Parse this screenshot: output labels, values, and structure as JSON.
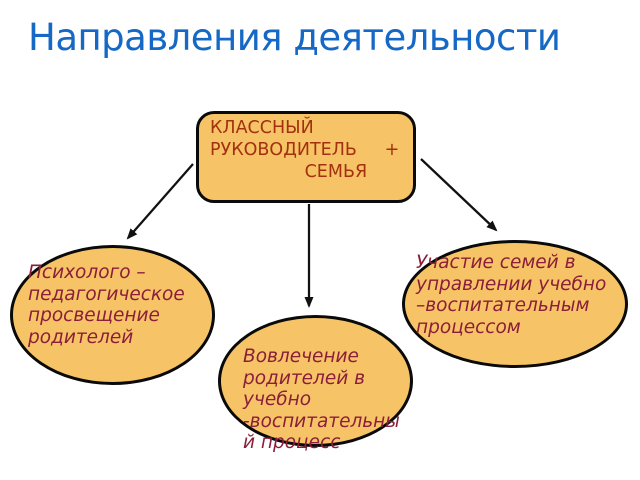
{
  "slide": {
    "title": "Направления деятельности",
    "box": {
      "text": "КЛАССНЫЙ\nРУКОВОДИТЕЛЬ     +\n                 СЕМЬЯ"
    },
    "ellipses": {
      "left": {
        "text": "Психолого –\nпедагогическое\nпросвещение\nродителей"
      },
      "middle": {
        "text": "Вовлечение\nродителей в\nучебно\n-воспитательны\nй процесс"
      },
      "right": {
        "text": "Участие семей в\nуправлении учебно\n–воспитательным\nпроцессом"
      }
    },
    "colors": {
      "background": "#FFFFFF",
      "title_text": "#1568C6",
      "shape_fill": "#F6C466",
      "shape_border": "#0A0A0A",
      "box_text": "#A33110",
      "ellipse_text": "#8B1E3A",
      "arrow": "#111111"
    }
  }
}
